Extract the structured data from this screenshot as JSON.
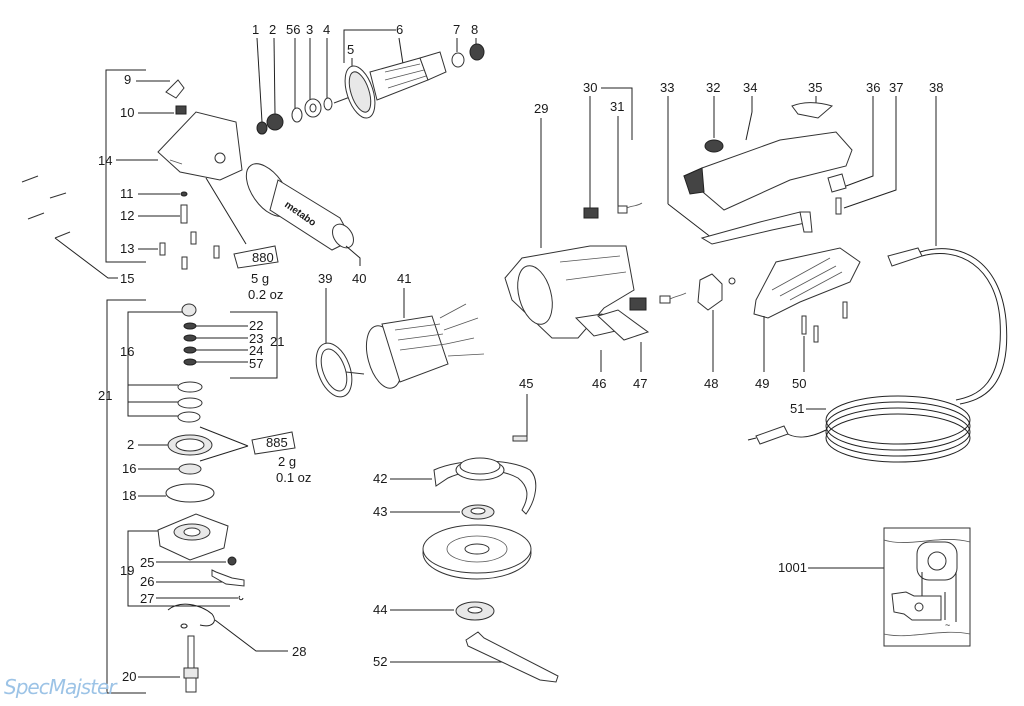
{
  "diagram": {
    "title": "Angle grinder exploded parts diagram",
    "watermark": "SpecMajster",
    "grease_tubes": [
      {
        "id": "grease-880",
        "code": "880",
        "amount_g": "5 g",
        "amount_oz": "0.2 oz"
      },
      {
        "id": "grease-885",
        "code": "885",
        "amount_g": "2 g",
        "amount_oz": "0.1 oz"
      }
    ],
    "handle_brand": "metabo",
    "labels": {
      "l1": "1",
      "l2": "2",
      "l56": "56",
      "l3": "3",
      "l4": "4",
      "l5": "5",
      "l6": "6",
      "l7": "7",
      "l8": "8",
      "l9": "9",
      "l10": "10",
      "l11": "11",
      "l12": "12",
      "l13": "13",
      "l14": "14",
      "l15": "15",
      "l16a": "16",
      "l16b": "16",
      "l2b": "2",
      "l18": "18",
      "l19": "19",
      "l20": "20",
      "l21a": "21",
      "l21b": "21",
      "l22": "22",
      "l23": "23",
      "l24": "24",
      "l57": "57",
      "l25": "25",
      "l26": "26",
      "l27": "27",
      "l28": "28",
      "l29": "29",
      "l30": "30",
      "l31": "31",
      "l32": "32",
      "l33": "33",
      "l34": "34",
      "l35": "35",
      "l36": "36",
      "l37": "37",
      "l38": "38",
      "l39": "39",
      "l40": "40",
      "l41": "41",
      "l42": "42",
      "l43": "43",
      "l44": "44",
      "l45": "45",
      "l46": "46",
      "l47": "47",
      "l48": "48",
      "l49": "49",
      "l50": "50",
      "l51": "51",
      "l52": "52",
      "l1001": "1001"
    }
  }
}
